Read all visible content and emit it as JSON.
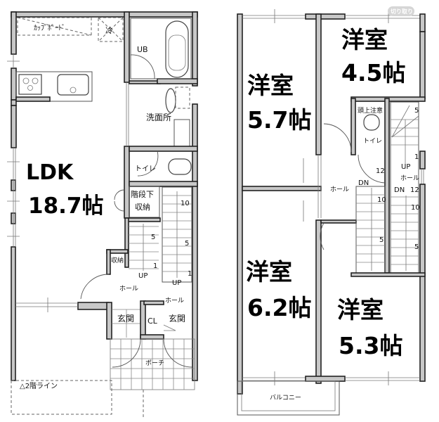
{
  "floor1": {
    "ldk": {
      "name": "LDK",
      "size": "18.7帖"
    },
    "cupboard": "ｶｯﾌﾟﾎﾞｰﾄﾞ",
    "fridge": "冷",
    "unit_bath": "UB",
    "washroom": "洗面所",
    "toilet": "トイレ",
    "under_stair_storage_line1": "階段下",
    "under_stair_storage_line2": "収納",
    "storage": "収納",
    "hall_left": "ホール",
    "hall_right": "ホール",
    "entrance_left": "玄関",
    "entrance_right": "玄関",
    "closet": "CL",
    "porch": "ポーチ",
    "second_floor_line": "△2階ライン",
    "stair_left": {
      "direction": "UP",
      "step_1": "1",
      "step_5": "5"
    },
    "stair_right": {
      "direction": "UP",
      "step_1": "1",
      "step_5": "5",
      "step_10": "10"
    }
  },
  "floor2": {
    "room_a": {
      "name": "洋室",
      "size": "5.7帖"
    },
    "room_b": {
      "name": "洋室",
      "size": "4.5帖"
    },
    "room_c": {
      "name": "洋室",
      "size": "6.2帖"
    },
    "room_d": {
      "name": "洋室",
      "size": "5.3帖"
    },
    "toilet": "トイレ",
    "headroom_caution": "頭上注意",
    "hall_center": "ホール",
    "hall_right": "ホール",
    "balcony": "バルコニー",
    "stair_left": {
      "direction": "DN",
      "step_12": "12",
      "step_10": "10",
      "step_5": "5"
    },
    "stair_right": {
      "up": "UP",
      "down": "DN",
      "step_5": "5",
      "step_1": "1",
      "step_12": "12",
      "step_10": "10",
      "step_5b": "5"
    }
  },
  "overlay": {
    "crop_badge": "切り取り"
  }
}
